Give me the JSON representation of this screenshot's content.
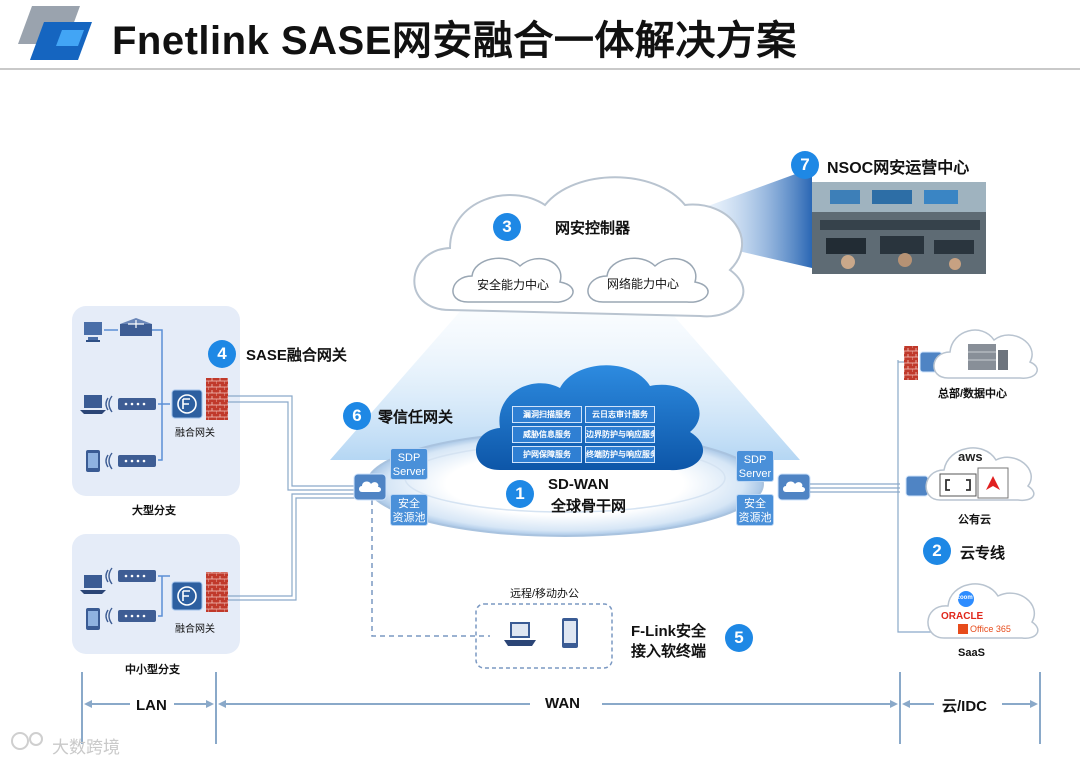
{
  "title": "Fnetlink SASE网安融合一体解决方案",
  "components": {
    "c1": {
      "num": "1",
      "line1": "SD-WAN",
      "line2": "全球骨干网"
    },
    "c2": {
      "num": "2",
      "label": "云专线"
    },
    "c3": {
      "num": "3",
      "label": "网安控制器",
      "sub_left": "安全能力中心",
      "sub_right": "网络能力中心"
    },
    "c4": {
      "num": "4",
      "label": "SASE融合网关"
    },
    "c5": {
      "num": "5",
      "line1": "F-Link安全",
      "line2": "接入软终端"
    },
    "c6": {
      "num": "6",
      "label": "零信任网关"
    },
    "c7": {
      "num": "7",
      "label": "NSOC网安运营中心"
    }
  },
  "services": [
    "漏洞扫描服务",
    "云日志审计服务",
    "威胁信息服务",
    "边界防护与响应服务",
    "护网保障服务",
    "终端防护与响应服务"
  ],
  "sdp_left": {
    "server": "SDP Server",
    "pool": "安全 资源池"
  },
  "sdp_right": {
    "server": "SDP Server",
    "pool": "安全 资源池"
  },
  "branches": {
    "large": {
      "gateway": "融合网关",
      "caption": "大型分支"
    },
    "small": {
      "gateway": "融合网关",
      "caption": "中小型分支"
    }
  },
  "remote": {
    "caption": "远程/移动办公"
  },
  "right": {
    "hq": "总部/数据中心",
    "public_cloud": "公有云",
    "aws": "aws",
    "saas": "SaaS",
    "zoom": "zoom",
    "oracle": "ORACLE",
    "office": "Office 365"
  },
  "zones": {
    "lan": "LAN",
    "wan": "WAN",
    "cloud": "云/IDC"
  },
  "watermark": "大数跨境",
  "colors": {
    "accent": "#1e88e5",
    "firewall": "#c0392b",
    "panel": "#e5ecf8",
    "cloud_blue": "#1467b8"
  }
}
